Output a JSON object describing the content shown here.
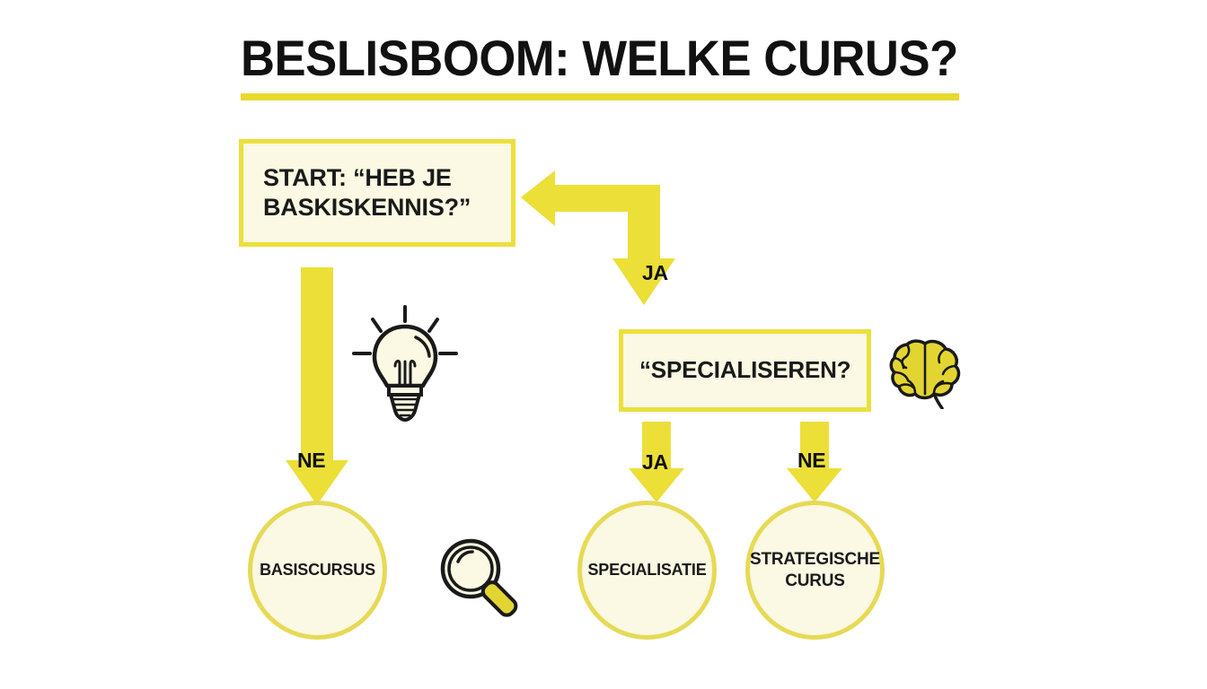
{
  "title": {
    "text": "BESLISBOOM: WELKE CURUS?",
    "underline_color": "#e8d92e"
  },
  "theme": {
    "background": "#ffffff",
    "border_yellow": "#ecdf3c",
    "fill_cream": "#fbf8e3",
    "arrow_yellow": "#ecdf38",
    "circle_ring": "#e6da55",
    "text_black": "#1a1a1a"
  },
  "nodes": {
    "start": {
      "label_line1": "START: “HEB JE",
      "label_line2": "BASKISKENNIS?”",
      "shape": "rectangle"
    },
    "specialiseren": {
      "label": "“SPECIALISEREN?",
      "shape": "rectangle"
    },
    "basiscursus": {
      "label": "BASISCURSUS",
      "shape": "circle"
    },
    "specialisatie": {
      "label": "SPECIALISATIE",
      "shape": "circle"
    },
    "strategische": {
      "label_line1": "STRATEGISCHE",
      "label_line2": "CURUS",
      "shape": "circle"
    }
  },
  "edges": {
    "start_to_basiscursus": {
      "label": "NE",
      "direction": "down"
    },
    "start_loop_ja": {
      "label": "JA",
      "direction": "elbow-left-down"
    },
    "specialiseren_to_specialisatie": {
      "label": "JA",
      "direction": "down"
    },
    "specialiseren_to_strategische": {
      "label": "NE",
      "direction": "down"
    }
  },
  "icons": {
    "lightbulb": "lightbulb-icon",
    "brain": "brain-icon",
    "magnifier": "magnifier-icon"
  },
  "chart_data": {
    "type": "diagram",
    "title": "BESLISBOOM: WELKE CURUS?",
    "nodes": [
      {
        "id": "start",
        "label": "START: “HEB JE BASKISKENNIS?”",
        "shape": "rectangle"
      },
      {
        "id": "specialiseren",
        "label": "“SPECIALISEREN?",
        "shape": "rectangle"
      },
      {
        "id": "basiscursus",
        "label": "BASISCURSUS",
        "shape": "circle"
      },
      {
        "id": "specialisatie",
        "label": "SPECIALISATIE",
        "shape": "circle"
      },
      {
        "id": "strategische",
        "label": "STRATEGISCHE CURUS",
        "shape": "circle"
      }
    ],
    "edges": [
      {
        "from": "start",
        "to": "basiscursus",
        "label": "NE"
      },
      {
        "from": "start",
        "to": "specialiseren",
        "label": "JA"
      },
      {
        "from": "specialiseren",
        "to": "specialisatie",
        "label": "JA"
      },
      {
        "from": "specialiseren",
        "to": "strategische",
        "label": "NE"
      }
    ]
  }
}
